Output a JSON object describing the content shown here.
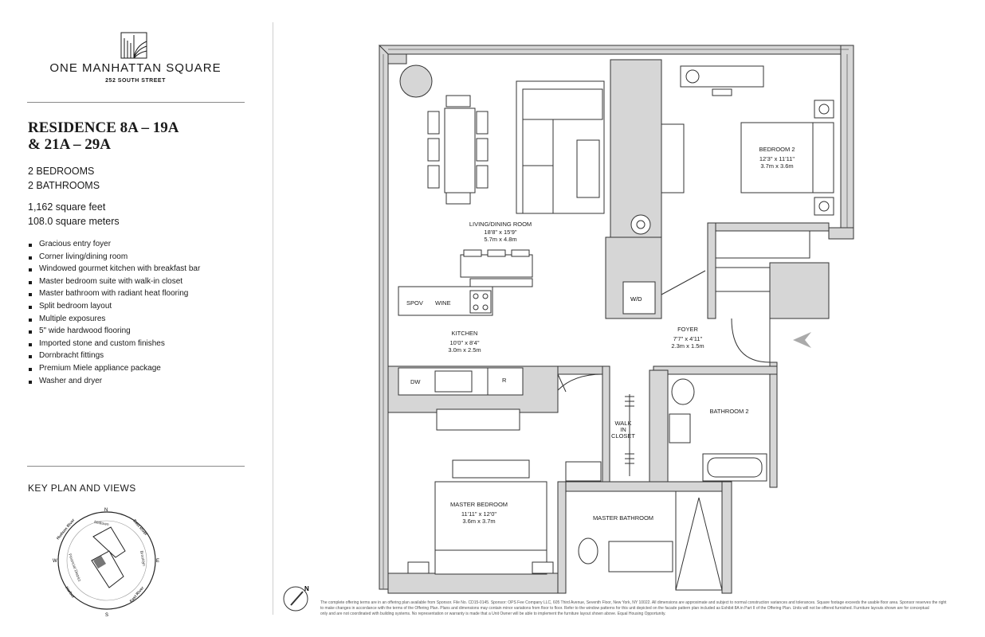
{
  "brand": {
    "name": "ONE MANHATTAN SQUARE",
    "address": "252 SOUTH STREET"
  },
  "residence": {
    "title_line1": "RESIDENCE 8A – 19A",
    "title_line2": "& 21A – 29A",
    "bedrooms": "2 BEDROOMS",
    "bathrooms": "2 BATHROOMS",
    "area_ft": "1,162 square feet",
    "area_m": "108.0 square meters"
  },
  "features": [
    "Gracious entry foyer",
    "Corner living/dining room",
    "Windowed gourmet kitchen with breakfast bar",
    "Master bedroom suite with walk-in closet",
    "Master bathroom with radiant heat flooring",
    "Split bedroom layout",
    "Multiple exposures",
    "5\" wide hardwood flooring",
    "Imported stone and custom finishes",
    "Dornbracht fittings",
    "Premium Miele appliance package",
    "Washer and dryer"
  ],
  "key_plan": {
    "title": "KEY PLAN AND VIEWS",
    "compass": {
      "n": "N",
      "s": "S",
      "e": "E",
      "w": "W"
    },
    "views": [
      "Hudson River",
      "Midtown",
      "East River",
      "Brooklyn",
      "East River",
      "Harbor",
      "Financial District"
    ]
  },
  "rooms": {
    "living": {
      "name": "LIVING/DINING ROOM",
      "dim_ft": "18'8\" x 15'9\"",
      "dim_m": "5.7m x 4.8m"
    },
    "bedroom2": {
      "name": "BEDROOM 2",
      "dim_ft": "12'3\" x 11'11\"",
      "dim_m": "3.7m x 3.6m"
    },
    "kitchen": {
      "name": "KITCHEN",
      "dim_ft": "10'0\" x 8'4\"",
      "dim_m": "3.0m x 2.5m"
    },
    "foyer": {
      "name": "FOYER",
      "dim_ft": "7'7\" x 4'11\"",
      "dim_m": "2.3m x 1.5m"
    },
    "bathroom2": {
      "name": "BATHROOM 2"
    },
    "walkin": {
      "line1": "WALK",
      "line2": "IN",
      "line3": "CLOSET"
    },
    "master": {
      "name": "MASTER BEDROOM",
      "dim_ft": "11'11\" x 12'0\"",
      "dim_m": "3.6m x 3.7m"
    },
    "master_bath": {
      "name": "MASTER BATHROOM"
    }
  },
  "appliances": {
    "wd": "W/D",
    "spov": "SPOV",
    "wine": "WINE",
    "dw": "DW",
    "fridge": "R"
  },
  "north_label": "N",
  "disclaimer_line1": "The complete offering terms are in an offering plan available from Sponsor. File No. CD15-0145. Sponsor: OPS Fee Company LLC, 605 Third Avenue, Seventh Floor, New York, NY 10022. All dimensions are approximate and subject to normal construction variances and tolerances. Square footage exceeds the usable floor area. Sponsor reserves the right",
  "disclaimer_line2": "to make changes in accordance with the terms of the Offering Plan. Plans and dimensions may contain minor variations from floor to floor. Refer to the window patterns for this unit depicted on the facade pattern plan included as Exhibit 8A in Part II of the Offering Plan. Units will not be offered furnished. Furniture layouts shown are for conceptual",
  "disclaimer_line3": "only and are not coordinated with building systems. No representation or warranty is made that a Unit Owner will be able to implement the furniture layout shown above. Equal Housing Opportunity.",
  "colors": {
    "wall_fill": "#d6d6d6",
    "line": "#333333",
    "text": "#1a1a1a"
  }
}
